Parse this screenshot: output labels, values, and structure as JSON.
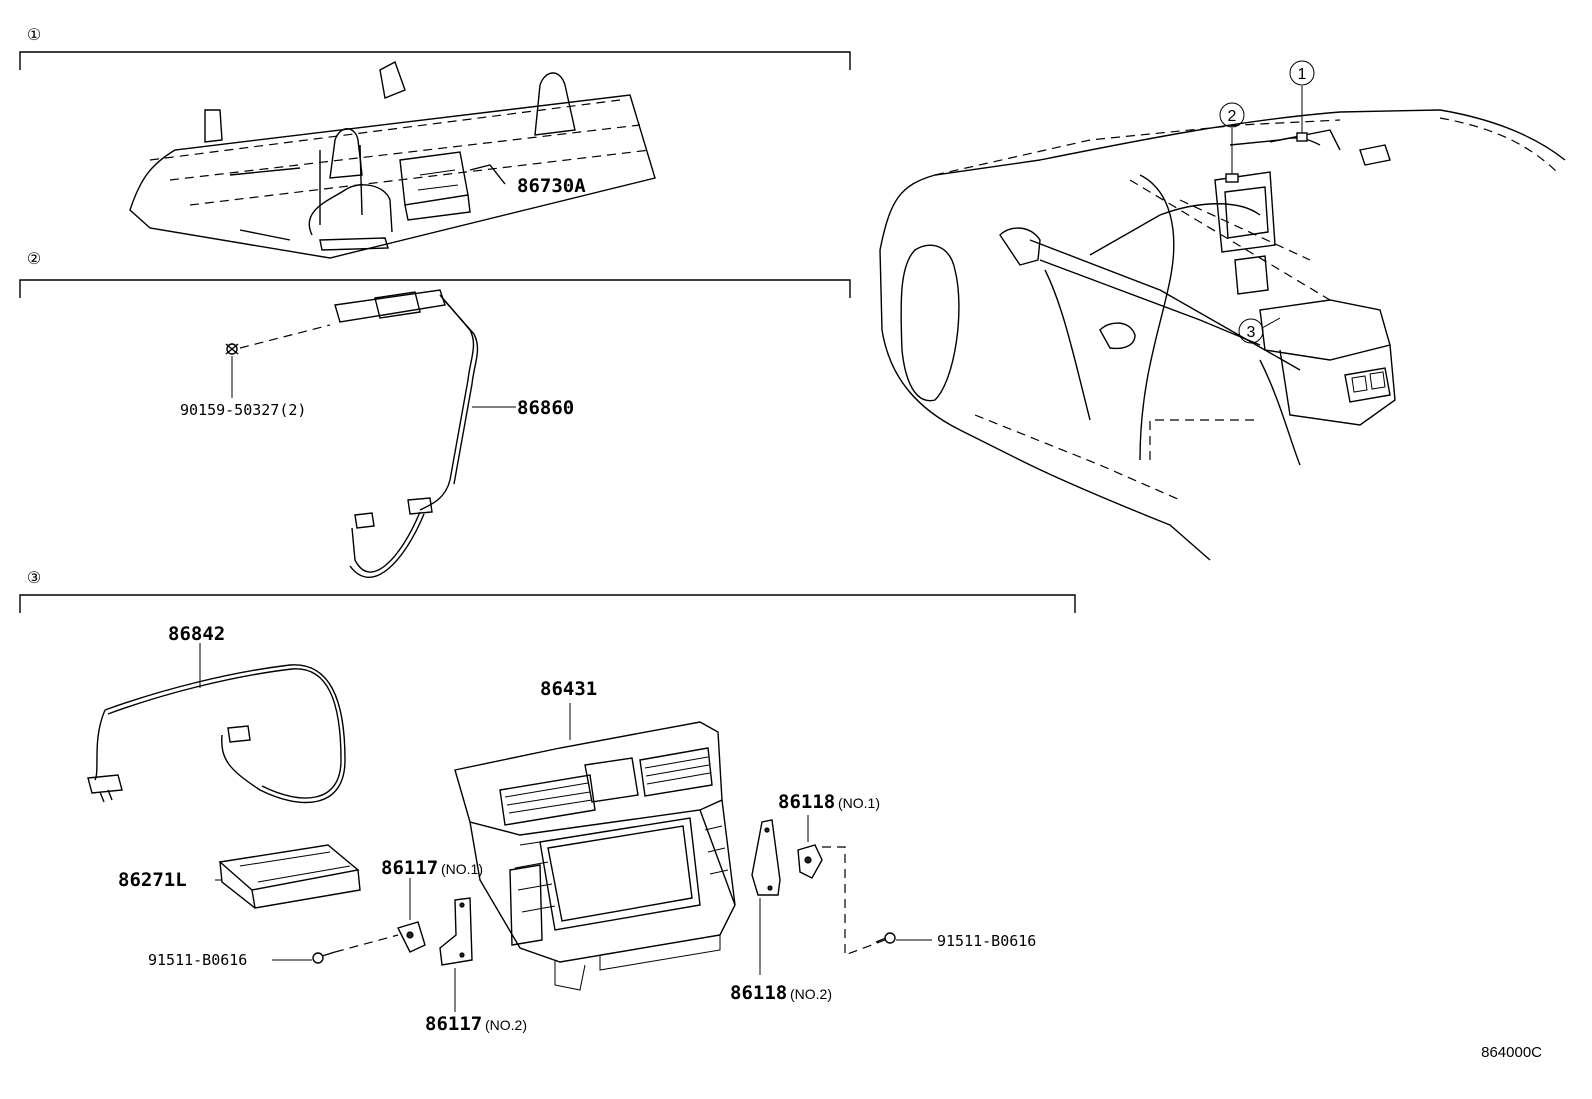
{
  "sections": [
    {
      "number": "1",
      "parts": [
        "86730A"
      ]
    },
    {
      "number": "2",
      "parts": [
        "86860",
        "90159-50327(2)"
      ]
    },
    {
      "number": "3",
      "parts": [
        "86842",
        "86431",
        "86271L",
        "86117",
        "86118",
        "91511-B0616"
      ]
    }
  ],
  "labels": {
    "p86730A": "86730A",
    "p86860": "86860",
    "p90159": "90159-50327(2)",
    "p86842": "86842",
    "p86431": "86431",
    "p86271L": "86271L",
    "p86117_1": "86117",
    "p86117_1_note": "(NO.1)",
    "p86117_2": "86117",
    "p86117_2_note": "(NO.2)",
    "p86118_1": "86118",
    "p86118_1_note": "(NO.1)",
    "p86118_2": "86118",
    "p86118_2_note": "(NO.2)",
    "p91511_left": "91511-B0616",
    "p91511_right": "91511-B0616"
  },
  "callouts": {
    "sec1": "①",
    "sec2": "②",
    "sec3": "③",
    "car1": "①",
    "car2": "②",
    "car3": "③"
  },
  "catalog_code": "864000C"
}
